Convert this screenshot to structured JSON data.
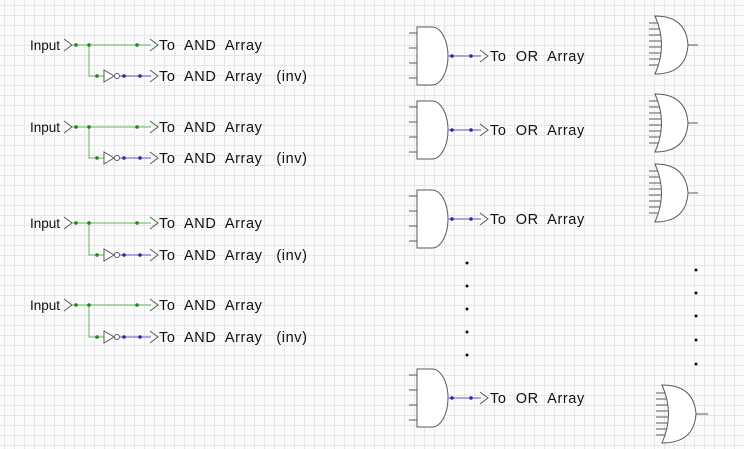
{
  "colors": {
    "background": "#fbfbfb",
    "grid": "#e6e6e6",
    "wire_green": "#7cc27c",
    "wire_blue": "#7a7ad0",
    "node_green": "#1a8a1a",
    "node_blue": "#2a2aa0",
    "outline": "#5a5a5a"
  },
  "inputs": [
    {
      "label": "Input",
      "out_label": "To  AND  Array",
      "inv_label": "To  AND  Array   (inv)"
    },
    {
      "label": "Input",
      "out_label": "To  AND  Array",
      "inv_label": "To  AND  Array   (inv)"
    },
    {
      "label": "Input",
      "out_label": "To  AND  Array",
      "inv_label": "To  AND  Array   (inv)"
    },
    {
      "label": "Input",
      "out_label": "To  AND  Array",
      "inv_label": "To  AND  Array   (inv)"
    }
  ],
  "and_gates": [
    {
      "label": "To  OR  Array"
    },
    {
      "label": "To  OR  Array"
    },
    {
      "label": "To  OR  Array"
    },
    {
      "label": "To  OR  Array"
    }
  ],
  "or_gates": [
    {
      "name": "or-gate-1"
    },
    {
      "name": "or-gate-2"
    },
    {
      "name": "or-gate-3"
    },
    {
      "name": "or-gate-4"
    }
  ]
}
